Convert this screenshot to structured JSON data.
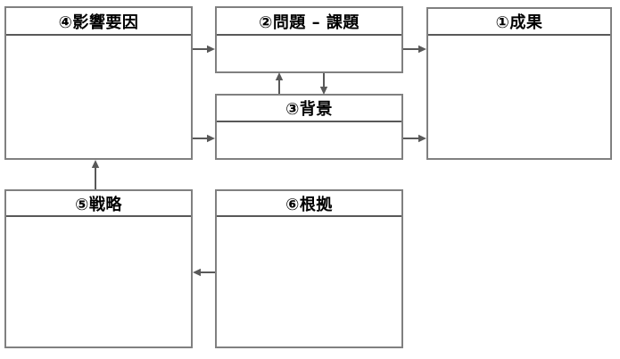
{
  "diagram": {
    "background": "#ffffff",
    "boxes": [
      {
        "id": "seika",
        "label": "①成果"
      },
      {
        "id": "mondai",
        "label": "②問題 – 課題"
      },
      {
        "id": "haikei",
        "label": "③背景"
      },
      {
        "id": "eikyo",
        "label": "④影響要因"
      },
      {
        "id": "senryaku",
        "label": "⑤戦略"
      },
      {
        "id": "konkyo",
        "label": "⑥根拠"
      }
    ],
    "connections": [
      {
        "from": "④影響要因",
        "to": "②問題 – 課題",
        "direction": "right"
      },
      {
        "from": "④影響要因",
        "to": "③背景",
        "direction": "right"
      },
      {
        "from": "②問題 – 課題",
        "to": "①成果",
        "direction": "right"
      },
      {
        "from": "③背景",
        "to": "①成果",
        "direction": "right"
      },
      {
        "from": "③背景",
        "to": "②問題 – 課題",
        "direction": "up"
      },
      {
        "from": "②問題 – 課題",
        "to": "③背景",
        "direction": "down"
      },
      {
        "from": "⑤戦略",
        "to": "④影響要因",
        "direction": "up"
      },
      {
        "from": "⑥根拠",
        "to": "⑤戦略",
        "direction": "left"
      }
    ],
    "colors": {
      "box_border": "#808080",
      "header_divider": "#595959",
      "arrow": "#595959",
      "text": "#000000"
    }
  }
}
